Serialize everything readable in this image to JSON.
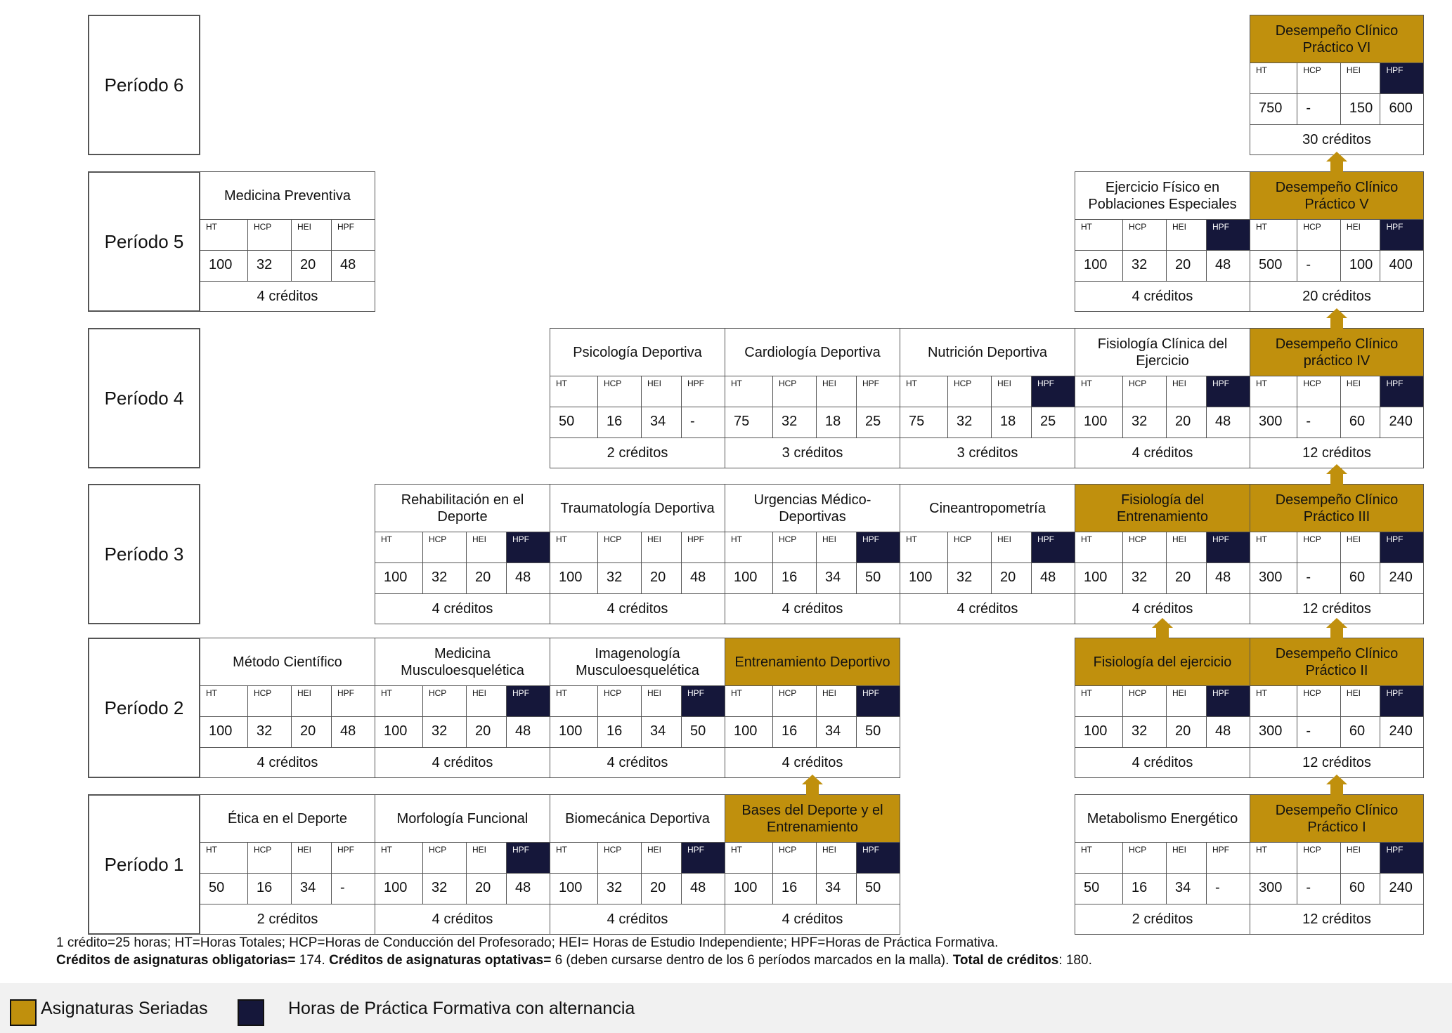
{
  "colors": {
    "serial": "#c0900d",
    "practice": "#15173a"
  },
  "periods": [
    "Período 1",
    "Período 2",
    "Período 3",
    "Período 4",
    "Período 5",
    "Período 6"
  ],
  "hour_headers": [
    "HT",
    "HCP",
    "HEI",
    "HPF"
  ],
  "courses": [
    {
      "id": "etica",
      "period": 1,
      "name": "Ética en el Deporte",
      "values": [
        "50",
        "16",
        "34",
        "-"
      ],
      "credits": "2 créditos",
      "seriated": false,
      "hpf_alternating": false
    },
    {
      "id": "morfologia",
      "period": 1,
      "name": "Morfología Funcional",
      "values": [
        "100",
        "32",
        "20",
        "48"
      ],
      "credits": "4 créditos",
      "seriated": false,
      "hpf_alternating": true
    },
    {
      "id": "biomecanica",
      "period": 1,
      "name": "Biomecánica Deportiva",
      "values": [
        "100",
        "32",
        "20",
        "48"
      ],
      "credits": "4 créditos",
      "seriated": false,
      "hpf_alternating": true
    },
    {
      "id": "bases",
      "period": 1,
      "name": "Bases del Deporte y el Entrenamiento",
      "values": [
        "100",
        "16",
        "34",
        "50"
      ],
      "credits": "4 créditos",
      "seriated": true,
      "hpf_alternating": true
    },
    {
      "id": "metabolismo",
      "period": 1,
      "name": "Metabolismo Energético",
      "values": [
        "50",
        "16",
        "34",
        "-"
      ],
      "credits": "2 créditos",
      "seriated": false,
      "hpf_alternating": false
    },
    {
      "id": "dcp1",
      "period": 1,
      "name": "Desempeño Clínico Práctico I",
      "values": [
        "300",
        "-",
        "60",
        "240"
      ],
      "credits": "12 créditos",
      "seriated": true,
      "hpf_alternating": true
    },
    {
      "id": "metodo",
      "period": 2,
      "name": "Método Científico",
      "values": [
        "100",
        "32",
        "20",
        "48"
      ],
      "credits": "4 créditos",
      "seriated": false,
      "hpf_alternating": false
    },
    {
      "id": "med-musculo",
      "period": 2,
      "name": "Medicina Musculoesquelética",
      "values": [
        "100",
        "32",
        "20",
        "48"
      ],
      "credits": "4 créditos",
      "seriated": false,
      "hpf_alternating": true
    },
    {
      "id": "imagenologia",
      "period": 2,
      "name": "Imagenología Musculoesquelética",
      "values": [
        "100",
        "16",
        "34",
        "50"
      ],
      "credits": "4 créditos",
      "seriated": false,
      "hpf_alternating": true
    },
    {
      "id": "entrenamiento",
      "period": 2,
      "name": "Entrenamiento Deportivo",
      "values": [
        "100",
        "16",
        "34",
        "50"
      ],
      "credits": "4 créditos",
      "seriated": true,
      "hpf_alternating": true
    },
    {
      "id": "fisio-ejercicio",
      "period": 2,
      "name": "Fisiología del ejercicio",
      "values": [
        "100",
        "32",
        "20",
        "48"
      ],
      "credits": "4 créditos",
      "seriated": true,
      "hpf_alternating": true
    },
    {
      "id": "dcp2",
      "period": 2,
      "name": "Desempeño Clínico Práctico II",
      "values": [
        "300",
        "-",
        "60",
        "240"
      ],
      "credits": "12 créditos",
      "seriated": true,
      "hpf_alternating": true
    },
    {
      "id": "rehab",
      "period": 3,
      "name": "Rehabilitación en el Deporte",
      "values": [
        "100",
        "32",
        "20",
        "48"
      ],
      "credits": "4 créditos",
      "seriated": false,
      "hpf_alternating": true
    },
    {
      "id": "trauma",
      "period": 3,
      "name": "Traumatología Deportiva",
      "values": [
        "100",
        "32",
        "20",
        "48"
      ],
      "credits": "4 créditos",
      "seriated": false,
      "hpf_alternating": false
    },
    {
      "id": "urgencias",
      "period": 3,
      "name": "Urgencias Médico-Deportivas",
      "values": [
        "100",
        "16",
        "34",
        "50"
      ],
      "credits": "4 créditos",
      "seriated": false,
      "hpf_alternating": true
    },
    {
      "id": "cinean",
      "period": 3,
      "name": "Cineantropometría",
      "values": [
        "100",
        "32",
        "20",
        "48"
      ],
      "credits": "4 créditos",
      "seriated": false,
      "hpf_alternating": true
    },
    {
      "id": "fisio-entrena",
      "period": 3,
      "name": "Fisiología del Entrenamiento",
      "values": [
        "100",
        "32",
        "20",
        "48"
      ],
      "credits": "4 créditos",
      "seriated": true,
      "hpf_alternating": true
    },
    {
      "id": "dcp3",
      "period": 3,
      "name": "Desempeño Clínico Práctico III",
      "values": [
        "300",
        "-",
        "60",
        "240"
      ],
      "credits": "12 créditos",
      "seriated": true,
      "hpf_alternating": true
    },
    {
      "id": "psico",
      "period": 4,
      "name": "Psicología Deportiva",
      "values": [
        "50",
        "16",
        "34",
        "-"
      ],
      "credits": "2 créditos",
      "seriated": false,
      "hpf_alternating": false
    },
    {
      "id": "cardio",
      "period": 4,
      "name": "Cardiología Deportiva",
      "values": [
        "75",
        "32",
        "18",
        "25"
      ],
      "credits": "3 créditos",
      "seriated": false,
      "hpf_alternating": false
    },
    {
      "id": "nutri",
      "period": 4,
      "name": "Nutrición Deportiva",
      "values": [
        "75",
        "32",
        "18",
        "25"
      ],
      "credits": "3 créditos",
      "seriated": false,
      "hpf_alternating": true
    },
    {
      "id": "fisio-clinica",
      "period": 4,
      "name": "Fisiología Clínica del Ejercicio",
      "values": [
        "100",
        "32",
        "20",
        "48"
      ],
      "credits": "4 créditos",
      "seriated": false,
      "hpf_alternating": true
    },
    {
      "id": "dcp4",
      "period": 4,
      "name": "Desempeño Clínico práctico IV",
      "values": [
        "300",
        "-",
        "60",
        "240"
      ],
      "credits": "12 créditos",
      "seriated": true,
      "hpf_alternating": true
    },
    {
      "id": "preventiva",
      "period": 5,
      "name": "Medicina Preventiva",
      "values": [
        "100",
        "32",
        "20",
        "48"
      ],
      "credits": "4 créditos",
      "seriated": false,
      "hpf_alternating": false
    },
    {
      "id": "ejercicio-pob",
      "period": 5,
      "name": "Ejercicio Físico en Poblaciones Especiales",
      "values": [
        "100",
        "32",
        "20",
        "48"
      ],
      "credits": "4 créditos",
      "seriated": false,
      "hpf_alternating": true
    },
    {
      "id": "dcp5",
      "period": 5,
      "name": "Desempeño Clínico Práctico V",
      "values": [
        "500",
        "-",
        "100",
        "400"
      ],
      "credits": "20 créditos",
      "seriated": true,
      "hpf_alternating": true
    },
    {
      "id": "dcp6",
      "period": 6,
      "name": "Desempeño Clínico Práctico VI",
      "values": [
        "750",
        "-",
        "150",
        "600"
      ],
      "credits": "30 créditos",
      "seriated": true,
      "hpf_alternating": true
    }
  ],
  "prerequisites": [
    {
      "from": "bases",
      "to": "entrenamiento"
    },
    {
      "from": "fisio-ejercicio",
      "to": "fisio-entrena"
    },
    {
      "from": "dcp1",
      "to": "dcp2"
    },
    {
      "from": "dcp2",
      "to": "dcp3"
    },
    {
      "from": "dcp3",
      "to": "dcp4"
    },
    {
      "from": "dcp4",
      "to": "dcp5"
    },
    {
      "from": "dcp5",
      "to": "dcp6"
    }
  ],
  "notes": {
    "line1": "1 crédito=25 horas; HT=Horas Totales; HCP=Horas de Conducción del Profesorado; HEI= Horas de Estudio Independiente; HPF=Horas de Práctica Formativa.",
    "oblig_label": "Créditos de asignaturas obligatorias=",
    "oblig_value": " 174. ",
    "opt_label": "Créditos de asignaturas optativas=",
    "opt_value": " 6 (deben cursarse dentro de los 6 períodos marcados en la malla). ",
    "total_label": "Total de créditos",
    "total_value": ": 180."
  },
  "legend": {
    "serial": "Asignaturas Seriadas",
    "practice": "Horas de Práctica Formativa con alternancia"
  }
}
